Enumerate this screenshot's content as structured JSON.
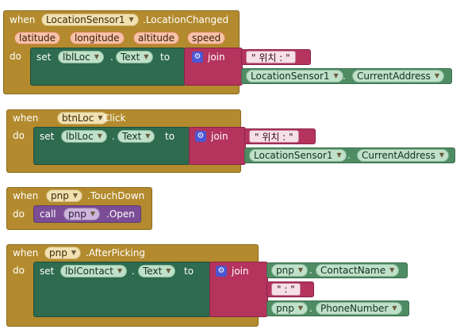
{
  "blocks": [
    {
      "when": "when",
      "component": "LocationSensor1",
      "event": ".LocationChanged",
      "params": [
        "latitude",
        "longitude",
        "altitude",
        "speed"
      ],
      "do": "do",
      "set": "set",
      "target": "lblLoc",
      "dot": ".",
      "prop": "Text",
      "to": "to",
      "join": "join",
      "text": "\" 위치 : \"",
      "val_component": "LocationSensor1",
      "val_prop": "CurrentAddress"
    },
    {
      "when": "when",
      "component": "btnLoc",
      "event": ".Click",
      "do": "do",
      "set": "set",
      "target": "lblLoc",
      "dot": ".",
      "prop": "Text",
      "to": "to",
      "join": "join",
      "text": "\" 위치 : \"",
      "val_component": "LocationSensor1",
      "val_prop": "CurrentAddress"
    },
    {
      "when": "when",
      "component": "pnp",
      "event": ".TouchDown",
      "do": "do",
      "call": "call",
      "call_target": "pnp",
      "method": ".Open"
    },
    {
      "when": "when",
      "component": "pnp",
      "event": ".AfterPicking",
      "do": "do",
      "set": "set",
      "target": "lblContact",
      "dot": ".",
      "prop": "Text",
      "to": "to",
      "join": "join",
      "item1_component": "pnp",
      "item1_prop": "ContactName",
      "item2_text": "\" : \"",
      "item3_component": "pnp",
      "item3_prop": "PhoneNumber"
    }
  ]
}
